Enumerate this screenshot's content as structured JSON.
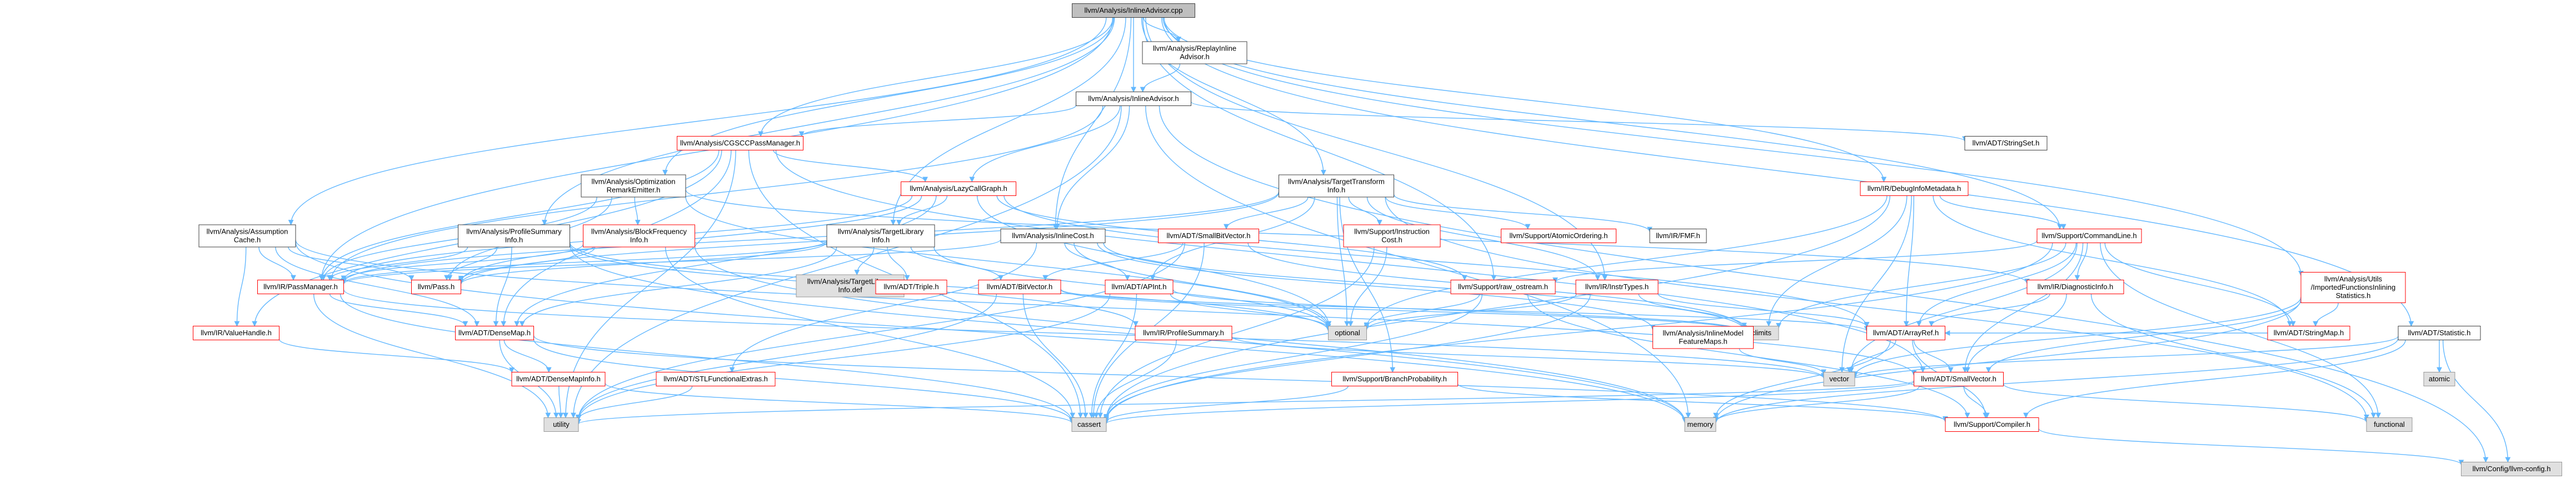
{
  "colors": {
    "background": "#ffffff",
    "edge": "#63b8ff",
    "root_fill": "#bfbfbf",
    "root_border": "#404040",
    "normal_fill": "#ffffff",
    "normal_border": "#404040",
    "truncated_border": "#ff0000",
    "system_fill": "#e0e0e0",
    "system_border": "#999999"
  },
  "nodes": [
    {
      "id": "root",
      "style": "root",
      "lines": [
        "llvm/Analysis/InlineAdvisor.cpp"
      ]
    },
    {
      "id": "replay",
      "style": "normal",
      "lines": [
        "llvm/Analysis/ReplayInline",
        "Advisor.h"
      ]
    },
    {
      "id": "inlineadvisor",
      "style": "normal",
      "lines": [
        "llvm/Analysis/InlineAdvisor.h"
      ]
    },
    {
      "id": "stringset",
      "style": "normal",
      "lines": [
        "llvm/ADT/StringSet.h"
      ]
    },
    {
      "id": "cgscc",
      "style": "truncated",
      "lines": [
        "llvm/Analysis/CGSCCPassManager.h"
      ]
    },
    {
      "id": "lazycg",
      "style": "truncated",
      "lines": [
        "llvm/Analysis/LazyCallGraph.h"
      ]
    },
    {
      "id": "opt",
      "style": "normal",
      "lines": [
        "llvm/Analysis/Optimization",
        "RemarkEmitter.h"
      ]
    },
    {
      "id": "tti",
      "style": "normal",
      "lines": [
        "llvm/Analysis/TargetTransform",
        "Info.h"
      ]
    },
    {
      "id": "debuginfo",
      "style": "truncated",
      "lines": [
        "llvm/IR/DebugInfoMetadata.h"
      ]
    },
    {
      "id": "assumption",
      "style": "normal",
      "lines": [
        "llvm/Analysis/Assumption",
        "Cache.h"
      ]
    },
    {
      "id": "profilesummary",
      "style": "normal",
      "lines": [
        "llvm/Analysis/ProfileSummary",
        "Info.h"
      ]
    },
    {
      "id": "blockfreq",
      "style": "truncated",
      "lines": [
        "llvm/Analysis/BlockFrequency",
        "Info.h"
      ]
    },
    {
      "id": "tli",
      "style": "normal",
      "lines": [
        "llvm/Analysis/TargetLibrary",
        "Info.h"
      ]
    },
    {
      "id": "inlinecost",
      "style": "normal",
      "lines": [
        "llvm/Analysis/InlineCost.h"
      ]
    },
    {
      "id": "smallbitvector",
      "style": "truncated",
      "lines": [
        "llvm/ADT/SmallBitVector.h"
      ]
    },
    {
      "id": "instrcost",
      "style": "truncated",
      "lines": [
        "llvm/Support/Instruction",
        "Cost.h"
      ]
    },
    {
      "id": "atomicordering",
      "style": "truncated",
      "lines": [
        "llvm/Support/AtomicOrdering.h"
      ]
    },
    {
      "id": "fmf",
      "style": "normal",
      "lines": [
        "llvm/IR/FMF.h"
      ]
    },
    {
      "id": "commandline",
      "style": "truncated",
      "lines": [
        "llvm/Support/CommandLine.h"
      ]
    },
    {
      "id": "importedfunctions",
      "style": "truncated",
      "lines": [
        "llvm/Analysis/Utils",
        "/ImportedFunctionsInlining",
        "Statistics.h"
      ]
    },
    {
      "id": "passmanager",
      "style": "truncated",
      "lines": [
        "llvm/IR/PassManager.h"
      ]
    },
    {
      "id": "pass",
      "style": "truncated",
      "lines": [
        "llvm/Pass.h"
      ]
    },
    {
      "id": "tlidef",
      "style": "system",
      "lines": [
        "llvm/Analysis/TargetLibrary",
        "Info.def"
      ]
    },
    {
      "id": "triple",
      "style": "truncated",
      "lines": [
        "llvm/ADT/Triple.h"
      ]
    },
    {
      "id": "bitvector",
      "style": "truncated",
      "lines": [
        "llvm/ADT/BitVector.h"
      ]
    },
    {
      "id": "apint",
      "style": "truncated",
      "lines": [
        "llvm/ADT/APInt.h"
      ]
    },
    {
      "id": "rawostream",
      "style": "truncated",
      "lines": [
        "llvm/Support/raw_ostream.h"
      ]
    },
    {
      "id": "instrtypes",
      "style": "truncated",
      "lines": [
        "llvm/IR/InstrTypes.h"
      ]
    },
    {
      "id": "diaginfo",
      "style": "truncated",
      "lines": [
        "llvm/IR/DiagnosticInfo.h"
      ]
    },
    {
      "id": "valuehandle",
      "style": "truncated",
      "lines": [
        "llvm/IR/ValueHandle.h"
      ]
    },
    {
      "id": "densemap",
      "style": "truncated",
      "lines": [
        "llvm/ADT/DenseMap.h"
      ]
    },
    {
      "id": "profsummary",
      "style": "truncated",
      "lines": [
        "llvm/IR/ProfileSummary.h"
      ]
    },
    {
      "id": "optional",
      "style": "system",
      "lines": [
        "optional"
      ]
    },
    {
      "id": "climits",
      "style": "system",
      "lines": [
        "climits"
      ]
    },
    {
      "id": "inlinemodel",
      "style": "truncated",
      "lines": [
        "llvm/Analysis/InlineModel",
        "FeatureMaps.h"
      ]
    },
    {
      "id": "arrayref",
      "style": "truncated",
      "lines": [
        "llvm/ADT/ArrayRef.h"
      ]
    },
    {
      "id": "stringmap",
      "style": "truncated",
      "lines": [
        "llvm/ADT/StringMap.h"
      ]
    },
    {
      "id": "statistic",
      "style": "normal",
      "lines": [
        "llvm/ADT/Statistic.h"
      ]
    },
    {
      "id": "atomic",
      "style": "system",
      "lines": [
        "atomic"
      ]
    },
    {
      "id": "densemapinfo",
      "style": "truncated",
      "lines": [
        "llvm/ADT/DenseMapInfo.h"
      ]
    },
    {
      "id": "stlfunctional",
      "style": "truncated",
      "lines": [
        "llvm/ADT/STLFunctionalExtras.h"
      ]
    },
    {
      "id": "branchprob",
      "style": "truncated",
      "lines": [
        "llvm/Support/BranchProbability.h"
      ]
    },
    {
      "id": "vector",
      "style": "system",
      "lines": [
        "vector"
      ]
    },
    {
      "id": "smallvector",
      "style": "truncated",
      "lines": [
        "llvm/ADT/SmallVector.h"
      ]
    },
    {
      "id": "utility",
      "style": "system",
      "lines": [
        "utility"
      ]
    },
    {
      "id": "cassert",
      "style": "system",
      "lines": [
        "cassert"
      ]
    },
    {
      "id": "memory",
      "style": "system",
      "lines": [
        "memory"
      ]
    },
    {
      "id": "compiler",
      "style": "truncated",
      "lines": [
        "llvm/Support/Compiler.h"
      ]
    },
    {
      "id": "functional",
      "style": "system",
      "lines": [
        "functional"
      ]
    },
    {
      "id": "config",
      "style": "system",
      "lines": [
        "llvm/Config/llvm-config.h"
      ]
    }
  ],
  "edges": [
    [
      "root",
      "replay"
    ],
    [
      "root",
      "inlineadvisor"
    ],
    [
      "root",
      "cgscc"
    ],
    [
      "root",
      "opt"
    ],
    [
      "root",
      "tti"
    ],
    [
      "root",
      "debuginfo"
    ],
    [
      "root",
      "assumption"
    ],
    [
      "root",
      "profilesummary"
    ],
    [
      "root",
      "tli"
    ],
    [
      "root",
      "inlinecost"
    ],
    [
      "root",
      "commandline"
    ],
    [
      "root",
      "importedfunctions"
    ],
    [
      "root",
      "passmanager"
    ],
    [
      "root",
      "statistic"
    ],
    [
      "root",
      "rawostream"
    ],
    [
      "root",
      "instrtypes"
    ],
    [
      "replay",
      "inlineadvisor"
    ],
    [
      "inlineadvisor",
      "stringset"
    ],
    [
      "inlineadvisor",
      "cgscc"
    ],
    [
      "inlineadvisor",
      "lazycg"
    ],
    [
      "inlineadvisor",
      "inlinecost"
    ],
    [
      "inlineadvisor",
      "passmanager"
    ],
    [
      "inlineadvisor",
      "utility"
    ],
    [
      "inlineadvisor",
      "memory"
    ],
    [
      "inlineadvisor",
      "config"
    ],
    [
      "cgscc",
      "lazycg"
    ],
    [
      "cgscc",
      "passmanager"
    ],
    [
      "cgscc",
      "valuehandle"
    ],
    [
      "cgscc",
      "densemap"
    ],
    [
      "cgscc",
      "smallvector"
    ],
    [
      "cgscc",
      "cassert"
    ],
    [
      "cgscc",
      "utility"
    ],
    [
      "lazycg",
      "tli"
    ],
    [
      "lazycg",
      "passmanager"
    ],
    [
      "lazycg",
      "arrayref"
    ],
    [
      "lazycg",
      "densemap"
    ],
    [
      "lazycg",
      "pass"
    ],
    [
      "lazycg",
      "optional"
    ],
    [
      "lazycg",
      "rawostream"
    ],
    [
      "opt",
      "blockfreq"
    ],
    [
      "opt",
      "passmanager"
    ],
    [
      "opt",
      "pass"
    ],
    [
      "opt",
      "diaginfo"
    ],
    [
      "opt",
      "optional"
    ],
    [
      "tti",
      "smallbitvector"
    ],
    [
      "tti",
      "instrcost"
    ],
    [
      "tti",
      "atomicordering"
    ],
    [
      "tti",
      "fmf"
    ],
    [
      "tti",
      "instrtypes"
    ],
    [
      "tti",
      "passmanager"
    ],
    [
      "tti",
      "pass"
    ],
    [
      "tti",
      "branchprob"
    ],
    [
      "tti",
      "optional"
    ],
    [
      "tti",
      "functional"
    ],
    [
      "tti",
      "apint"
    ],
    [
      "debuginfo",
      "commandline"
    ],
    [
      "debuginfo",
      "arrayref"
    ],
    [
      "debuginfo",
      "stringmap"
    ],
    [
      "debuginfo",
      "climits"
    ],
    [
      "debuginfo",
      "cassert"
    ],
    [
      "debuginfo",
      "vector"
    ],
    [
      "debuginfo",
      "optional"
    ],
    [
      "assumption",
      "passmanager"
    ],
    [
      "assumption",
      "valuehandle"
    ],
    [
      "assumption",
      "densemap"
    ],
    [
      "assumption",
      "smallvector"
    ],
    [
      "assumption",
      "pass"
    ],
    [
      "assumption",
      "memory"
    ],
    [
      "profilesummary",
      "passmanager"
    ],
    [
      "profilesummary",
      "densemap"
    ],
    [
      "profilesummary",
      "pass"
    ],
    [
      "profilesummary",
      "profsummary"
    ],
    [
      "profilesummary",
      "optional"
    ],
    [
      "profilesummary",
      "memory"
    ],
    [
      "blockfreq",
      "passmanager"
    ],
    [
      "blockfreq",
      "pass"
    ],
    [
      "blockfreq",
      "memory"
    ],
    [
      "blockfreq",
      "cassert"
    ],
    [
      "tli",
      "tlidef"
    ],
    [
      "tli",
      "triple"
    ],
    [
      "tli",
      "passmanager"
    ],
    [
      "tli",
      "pass"
    ],
    [
      "tli",
      "densemap"
    ],
    [
      "tli",
      "optional"
    ],
    [
      "tli",
      "bitvector"
    ],
    [
      "inlinecost",
      "inlinemodel"
    ],
    [
      "inlinecost",
      "passmanager"
    ],
    [
      "inlinecost",
      "apint"
    ],
    [
      "inlinecost",
      "climits"
    ],
    [
      "inlinecost",
      "optional"
    ],
    [
      "inlinecost",
      "stlfunctional"
    ],
    [
      "smallbitvector",
      "bitvector"
    ],
    [
      "smallbitvector",
      "cassert"
    ],
    [
      "smallbitvector",
      "climits"
    ],
    [
      "smallbitvector",
      "utility"
    ],
    [
      "instrcost",
      "optional"
    ],
    [
      "instrcost",
      "cassert"
    ],
    [
      "commandline",
      "stringmap"
    ],
    [
      "commandline",
      "arrayref"
    ],
    [
      "commandline",
      "smallvector"
    ],
    [
      "commandline",
      "rawostream"
    ],
    [
      "commandline",
      "climits"
    ],
    [
      "commandline",
      "functional"
    ],
    [
      "commandline",
      "vector"
    ],
    [
      "commandline",
      "cassert"
    ],
    [
      "commandline",
      "diaginfo"
    ],
    [
      "importedfunctions",
      "stringmap"
    ],
    [
      "importedfunctions",
      "smallvector"
    ],
    [
      "importedfunctions",
      "vector"
    ],
    [
      "importedfunctions",
      "memory"
    ],
    [
      "passmanager",
      "densemap"
    ],
    [
      "passmanager",
      "utility"
    ],
    [
      "passmanager",
      "cassert"
    ],
    [
      "passmanager",
      "vector"
    ],
    [
      "bitvector",
      "arrayref"
    ],
    [
      "bitvector",
      "cassert"
    ],
    [
      "bitvector",
      "utility"
    ],
    [
      "bitvector",
      "climits"
    ],
    [
      "apint",
      "optional"
    ],
    [
      "apint",
      "cassert"
    ],
    [
      "apint",
      "climits"
    ],
    [
      "apint",
      "utility"
    ],
    [
      "rawostream",
      "optional"
    ],
    [
      "rawostream",
      "cassert"
    ],
    [
      "rawostream",
      "compiler"
    ],
    [
      "instrtypes",
      "arrayref"
    ],
    [
      "instrtypes",
      "optional"
    ],
    [
      "instrtypes",
      "cassert"
    ],
    [
      "instrtypes",
      "climits"
    ],
    [
      "diaginfo",
      "arrayref"
    ],
    [
      "diaginfo",
      "smallvector"
    ],
    [
      "diaginfo",
      "functional"
    ],
    [
      "valuehandle",
      "densemapinfo"
    ],
    [
      "densemap",
      "densemapinfo"
    ],
    [
      "densemap",
      "cassert"
    ],
    [
      "densemap",
      "utility"
    ],
    [
      "densemap",
      "compiler"
    ],
    [
      "profsummary",
      "cassert"
    ],
    [
      "profsummary",
      "vector"
    ],
    [
      "inlinemodel",
      "vector"
    ],
    [
      "arrayref",
      "smallvector"
    ],
    [
      "arrayref",
      "memory"
    ],
    [
      "arrayref",
      "vector"
    ],
    [
      "arrayref",
      "compiler"
    ],
    [
      "stringmap",
      "arrayref"
    ],
    [
      "statistic",
      "atomic"
    ],
    [
      "statistic",
      "memory"
    ],
    [
      "statistic",
      "vector"
    ],
    [
      "statistic",
      "compiler"
    ],
    [
      "statistic",
      "config"
    ],
    [
      "densemapinfo",
      "cassert"
    ],
    [
      "densemapinfo",
      "utility"
    ],
    [
      "stlfunctional",
      "utility"
    ],
    [
      "branchprob",
      "cassert"
    ],
    [
      "branchprob",
      "compiler"
    ],
    [
      "smallvector",
      "cassert"
    ],
    [
      "smallvector",
      "compiler"
    ],
    [
      "smallvector",
      "memory"
    ],
    [
      "smallvector",
      "utility"
    ],
    [
      "smallvector",
      "functional"
    ],
    [
      "compiler",
      "config"
    ]
  ]
}
